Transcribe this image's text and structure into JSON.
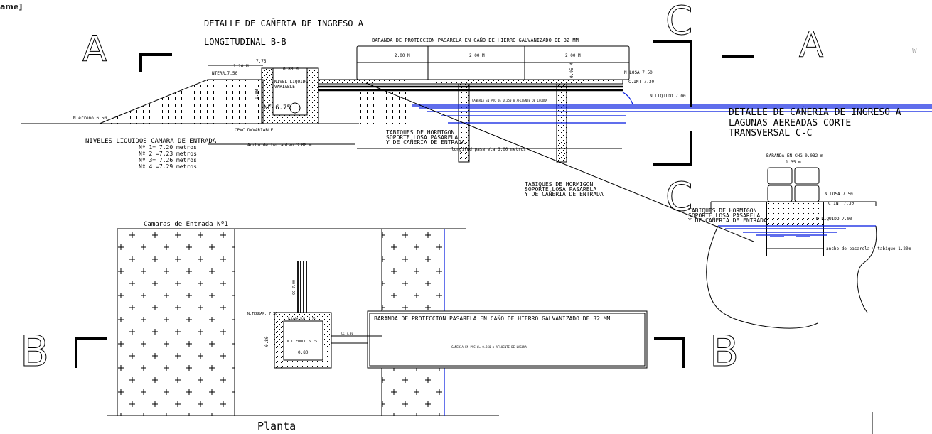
{
  "header_fragment": "ame]",
  "section_bb": {
    "section_letter_left": "A",
    "title_line1": "DETALLE DE CAÑERIA DE INGRESO A",
    "title_line2": "LONGITUDINAL   B-B",
    "railing_title": "BARANDA DE PROTECCION PASARELA EN CAÑO DE HIERRO GALVANIZADO DE 32 MM",
    "span_labels": [
      "2.00 M",
      "2.00 M",
      "2.00 M"
    ],
    "dim_120": "1.20 M",
    "dim_775": "7.75",
    "dim_080": "0.80 M",
    "dim_100": "1.00",
    "dim_095": "0.95 M",
    "nterr": "NTERR.7.50",
    "nterreno": "NTerreno 6.50",
    "nivel_liquido": "NIVEL LIQUIDO",
    "variable": "VARIABLE",
    "nf": "NF 6.75",
    "cpvc": "CPVC D=VARIABLE",
    "ancho_terraplen": "Ancho de terraplen 3.00 m",
    "nlosa": "N.LOSA 7.50",
    "cint": "C.INT 7.30",
    "nliquido": "N.LIQUIDO 7.00",
    "caneria_pvc": "CAÑERIA EN PVC Ø= 0.250 m AFLUENTE DE LAGUNA",
    "tabiques": [
      "TABIQUES DE HORMIGON",
      "SOPORTE LOSA PASARELA",
      "Y DE CAÑERIA DE ENTRADA"
    ],
    "longitud_pasarela": "longitud pasarela 6.00 metros",
    "niveles_title": "NIVELES LIQUIDOS CAMARA DE ENTRADA",
    "niveles": [
      "Nº 1= 7.20 metros",
      "Nº 2 =7.23 metros",
      "Nº 3= 7.26 metros",
      "Nº 4 =7.29 metros"
    ]
  },
  "section_cc": {
    "section_letter_c_top": "C",
    "section_letter_a_right": "A",
    "section_letter_c_bottom": "C",
    "title_line1": "DETALLE DE CAÑERIA DE INGRESO A",
    "title_line2": "LAGUNAS AEREADAS CORTE",
    "title_line3": "TRANSVERSAL    C-C",
    "tabiques_mid": [
      "TABIQUES DE HORMIGON",
      "SOPORTE LOSA PASARELA",
      "Y DE CAÑERIA DE ENTRADA"
    ],
    "tabiques_right": [
      "TABIQUES DE HORMIGON",
      "SOPORTE LOSA PASARELA",
      "Y DE CAÑERIA DE ENTRADA"
    ],
    "baranda": "BARANDA EN CHG 0.032 m",
    "dim_135": "1.35 m",
    "nlosa": "N.LOSA 7.50",
    "cint": "C.INT 7.30",
    "nliquido": "N.LIQUIDO 7.00",
    "ancho_pasarela": "ancho de pasarela y tabique 1.20m",
    "edge_mark": "W"
  },
  "plan": {
    "camaras_label": "Camaras de Entrada Nº1",
    "section_letter_b_left": "B",
    "section_letter_b_right": "B",
    "railing_title": "BARANDA DE PROTECCION PASARELA EN CAÑO DE HIERRO GALVANIZADO DE 32 MM",
    "caneria_pvc": "CAÑERIA EN PVC Ø= 0.250 m AFLUENTE DE LAGUNA",
    "cc_700": "CC 7.00",
    "cc_730": "CC 7.30",
    "nterrap": "N.TERRAP. 7.50",
    "nlosa": "N.LOSA SUP. 7.75",
    "nlfondo": "N.L.FONDO 6.75",
    "dim_080_v": "0.80",
    "dim_080_h": "0.80",
    "planta": "Planta"
  },
  "colors": {
    "line": "#000000",
    "water": "#0018e0",
    "background": "#ffffff"
  }
}
